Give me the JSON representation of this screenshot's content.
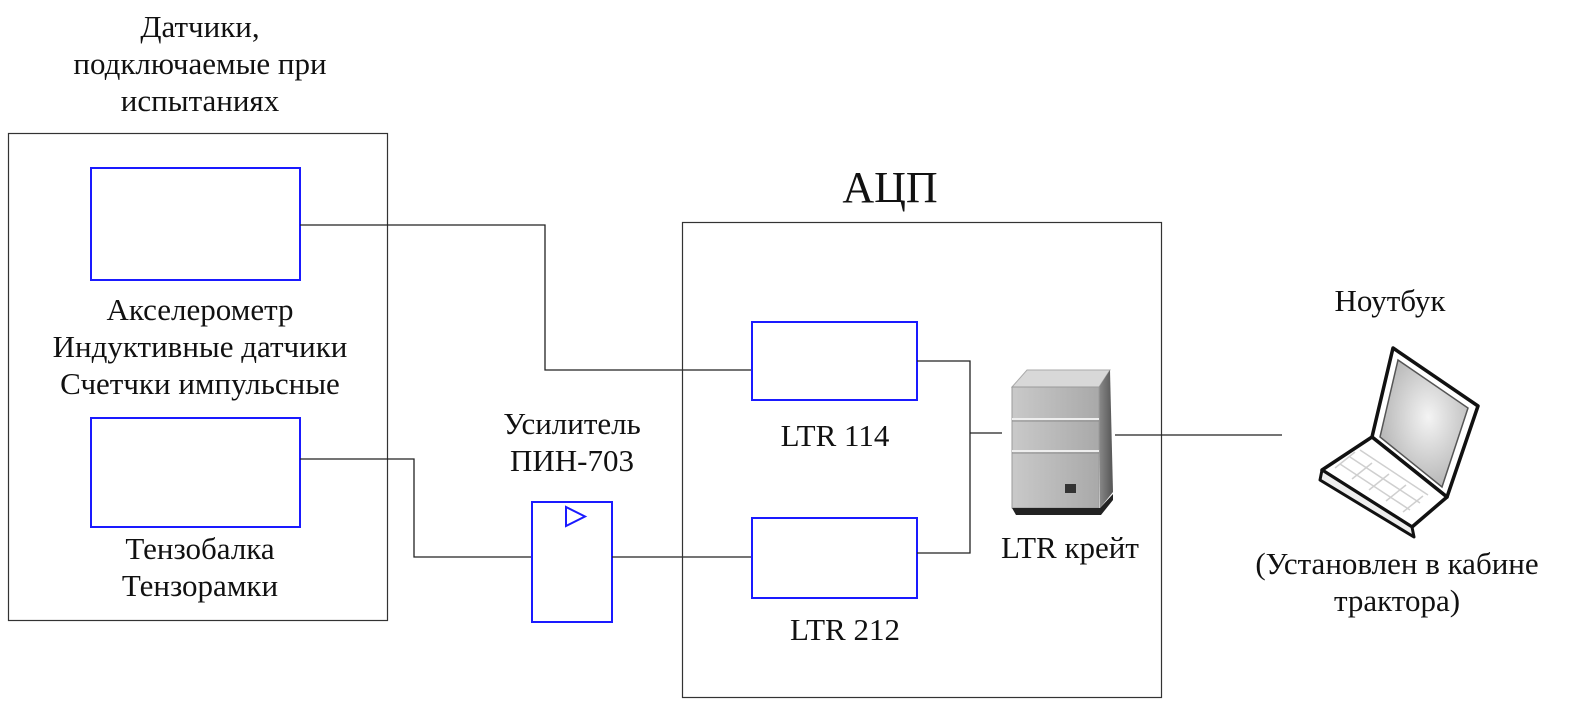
{
  "sensors_group": {
    "title_lines": [
      "Датчики,",
      "подключаемые при",
      "испытаниях"
    ],
    "sensor_top_label_lines": [
      "Акселерометр",
      "Индуктивные датчики",
      "Счетчки импульсные"
    ],
    "sensor_bottom_label_lines": [
      "Тензобалка",
      "Тензорамки"
    ]
  },
  "amplifier": {
    "label_lines": [
      "Усилитель",
      "ПИН-703"
    ]
  },
  "adc": {
    "title": "АЦП",
    "module_top_label": "LTR 114",
    "module_bottom_label": "LTR 212",
    "crate_label": "LTR крейт"
  },
  "laptop": {
    "title": "Ноутбук",
    "note_lines": [
      "(Установлен в кабине",
      "трактора)"
    ]
  },
  "colors": {
    "block_stroke": "#1a1aff",
    "wire": "#222222",
    "frame": "#333333"
  }
}
